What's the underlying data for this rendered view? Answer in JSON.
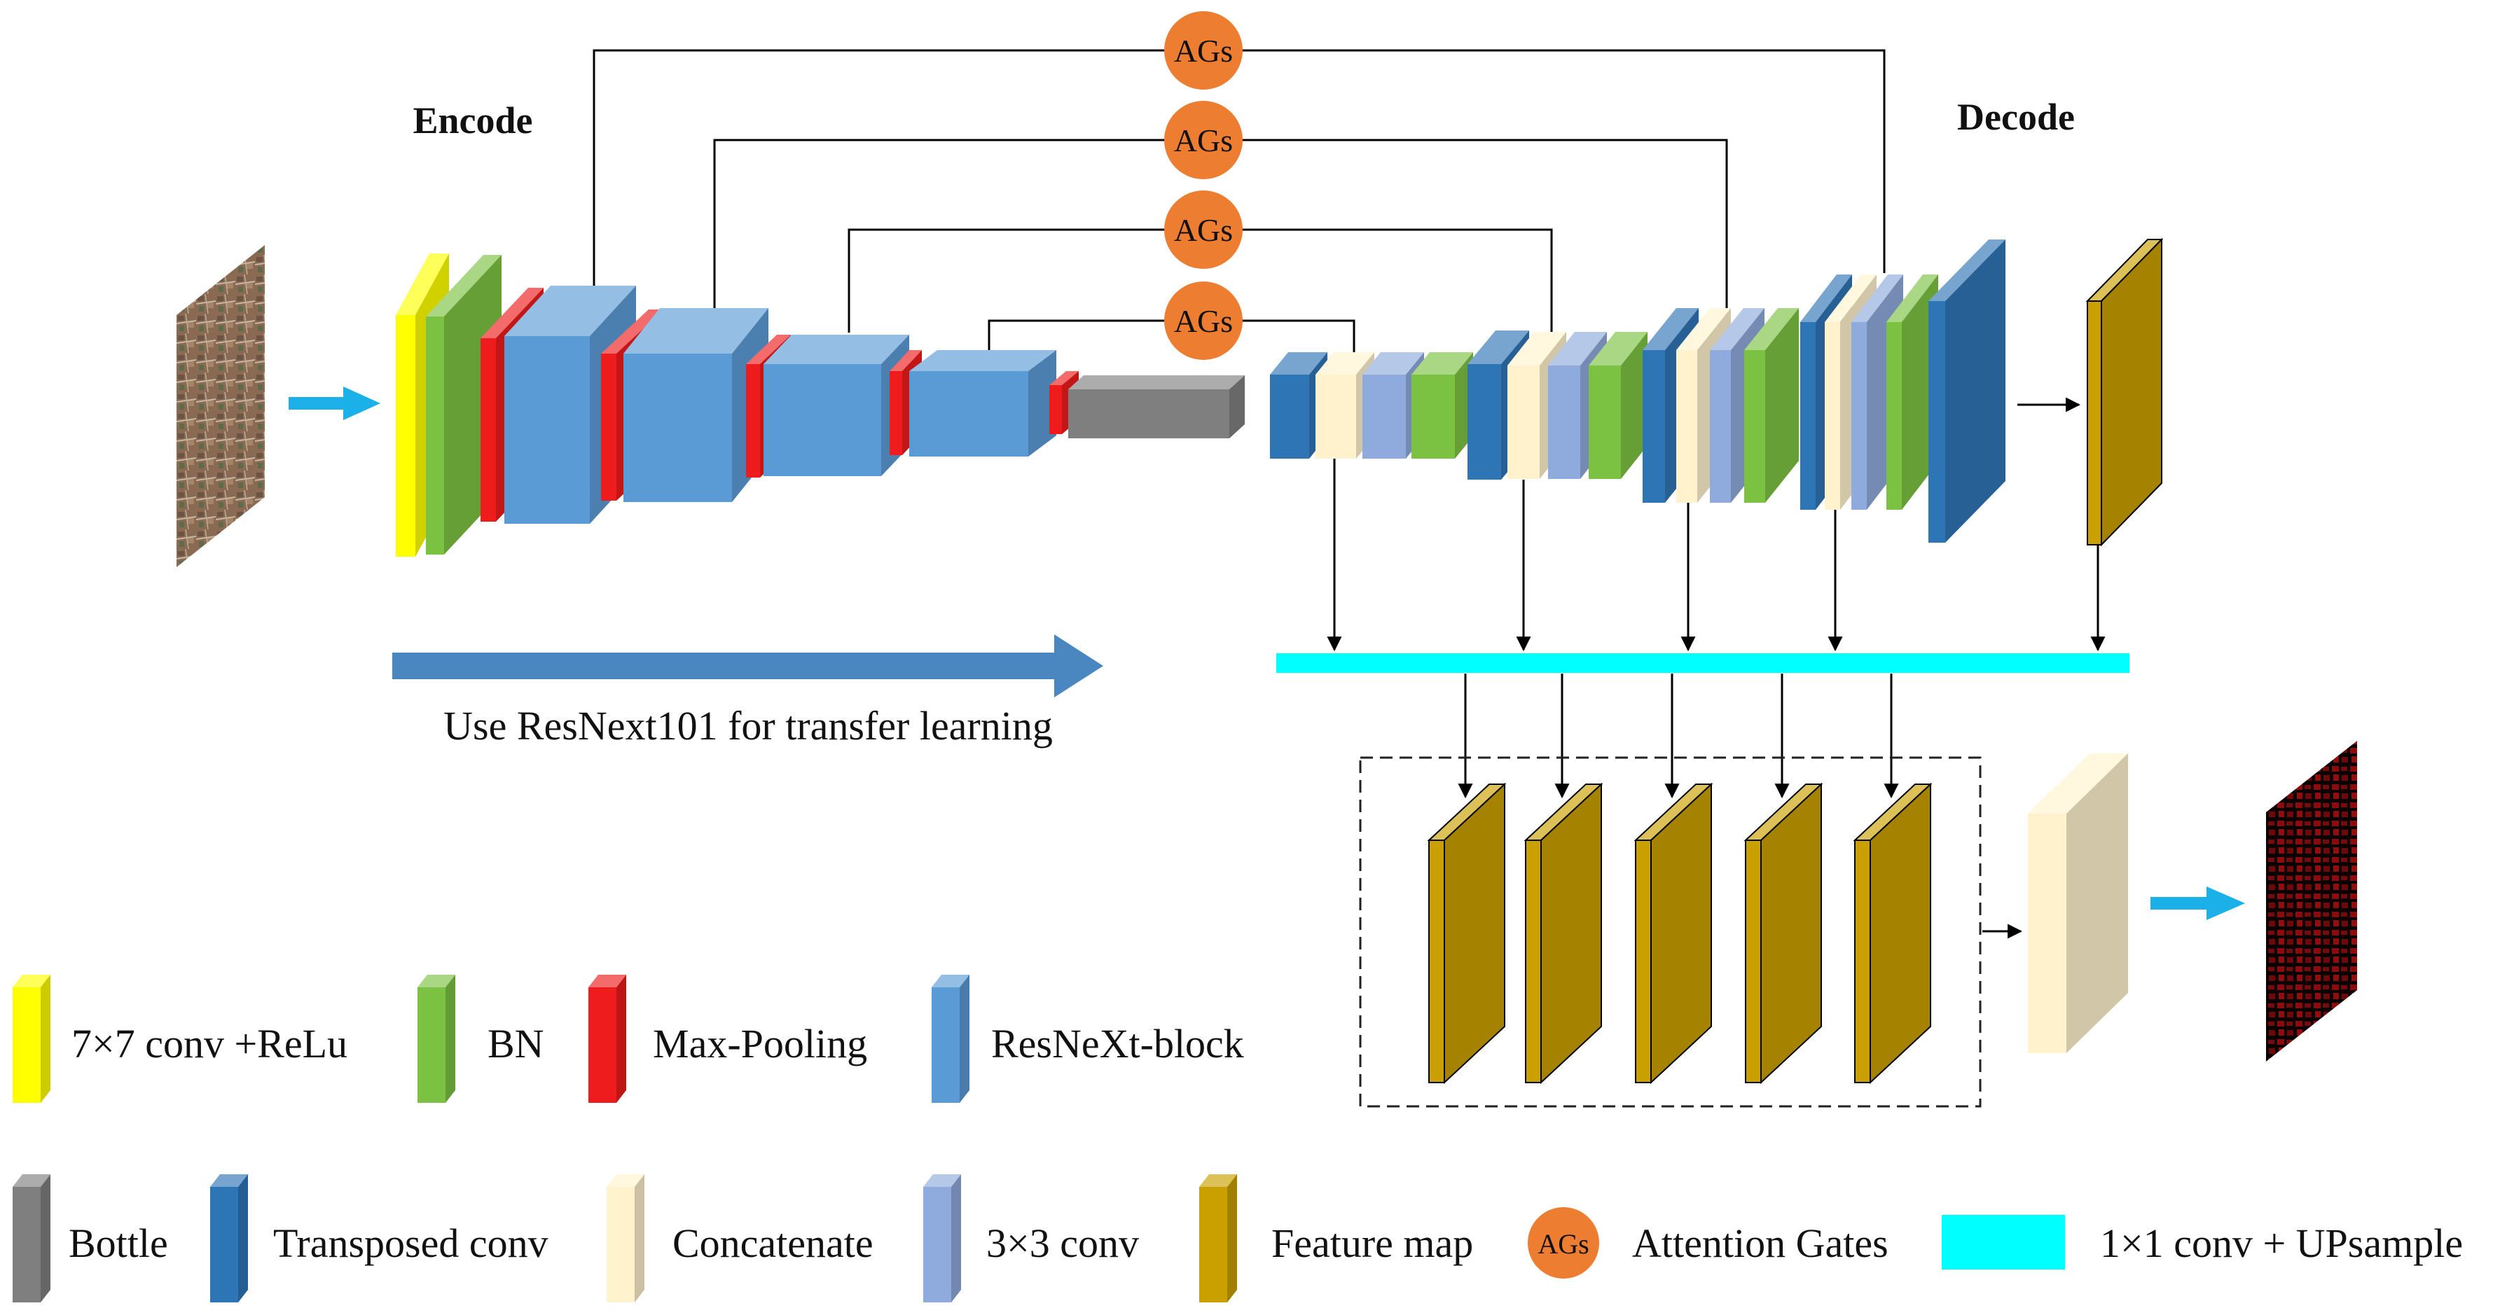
{
  "titles": {
    "encode": "Encode",
    "decode": "Decode"
  },
  "attention_gate_label": "AGs",
  "transfer_caption": "Use ResNext101 for transfer learning",
  "legend": [
    {
      "key": "conv7",
      "label": "7×7 conv +ReLu"
    },
    {
      "key": "bn",
      "label": "BN"
    },
    {
      "key": "maxpool",
      "label": "Max-Pooling"
    },
    {
      "key": "resnext",
      "label": "ResNeXt-block"
    },
    {
      "key": "bottle",
      "label": "Bottle"
    },
    {
      "key": "transposed",
      "label": "Transposed conv"
    },
    {
      "key": "concat",
      "label": "Concatenate"
    },
    {
      "key": "conv3",
      "label": "3×3 conv"
    },
    {
      "key": "feature",
      "label": "Feature map"
    },
    {
      "key": "ags",
      "label": "Attention Gates"
    },
    {
      "key": "upsample",
      "label": "1×1 conv + UPsample"
    }
  ],
  "colors": {
    "conv7": "#ffff00",
    "bn": "#7cc242",
    "maxpool": "#ee1c1c",
    "resnext": "#5b9bd5",
    "bottle": "#7f7f7f",
    "transposed": "#2e75b6",
    "concat": "#fff2cc",
    "conv3": "#8faadc",
    "feature": "#c9a000",
    "ags": "#ed7d31",
    "upsample": "#00ffff",
    "arrow": "#1cb0e8",
    "transfer_arrow": "#4a86c0"
  }
}
